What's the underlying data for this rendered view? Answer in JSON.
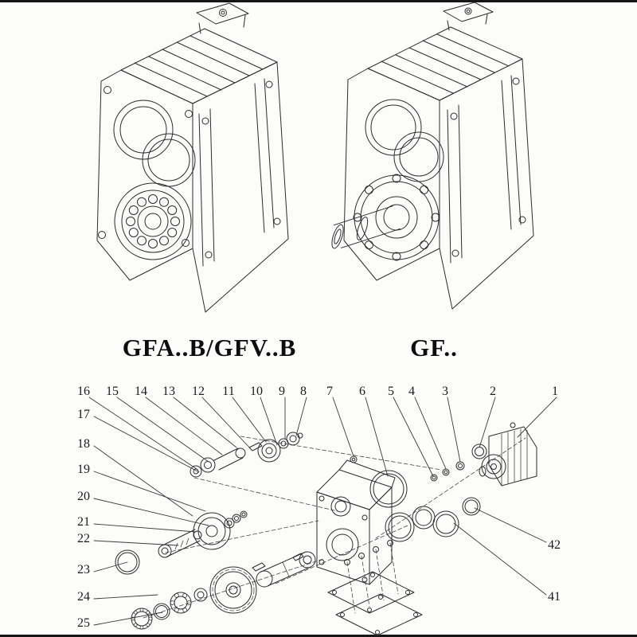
{
  "models": {
    "left": "GFA..B/GFV..B",
    "right": "GF.."
  },
  "exploded": {
    "top_labels": [
      "16",
      "15",
      "14",
      "13",
      "12",
      "11",
      "10",
      "9",
      "8",
      "7",
      "6",
      "5",
      "4",
      "3",
      "2",
      "1"
    ],
    "left_labels": [
      "17",
      "18",
      "19",
      "20",
      "21",
      "22",
      "23",
      "24",
      "25"
    ],
    "right_labels": [
      "42",
      "41"
    ]
  },
  "colors": {
    "line": "#2d2d2d",
    "background": "#fcfcfb",
    "text": "#1b1b1b"
  }
}
